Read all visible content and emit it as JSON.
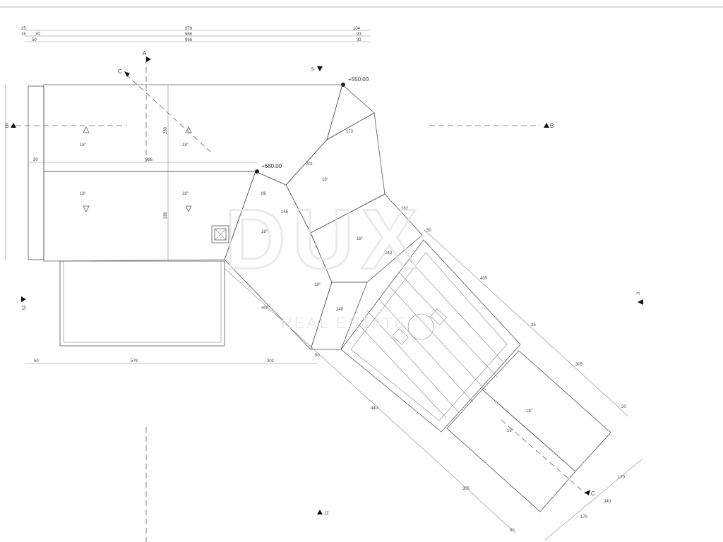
{
  "drawing": {
    "top_dims": {
      "row1": [
        "25",
        "979",
        "104"
      ],
      "row2": [
        "15",
        "30",
        "966",
        "93"
      ],
      "row3": [
        "50",
        "966",
        "93"
      ]
    },
    "sections": {
      "a": "A",
      "b_left": "B",
      "b_right": "B",
      "c_top": "C",
      "c_bottom": "C"
    },
    "orientation": {
      "si": "SI",
      "sz": "SZ",
      "jz": "JZ",
      "ji": "JI"
    },
    "elevations": {
      "ridge_high": "+550.00",
      "ridge_low": "+680.00"
    },
    "main_dims": {
      "h_top": "280",
      "h_bottom": "280",
      "w_ridge": "886",
      "w_overhang": "30",
      "bottom_50": "50",
      "bottom_578": "578",
      "bottom_302": "302"
    },
    "wing_dims": {
      "d173": "173",
      "d201": "201",
      "d89": "89",
      "d155": "155",
      "d162": "162",
      "d50a": "50",
      "d240a": "240",
      "d240b": "240",
      "d405": "405",
      "d400": "400",
      "d50b": "50",
      "d440": "440",
      "d305a": "305",
      "d50c": "50",
      "d35": "35",
      "d305b": "305",
      "d50d": "50",
      "d170a": "170",
      "d340": "340",
      "d170b": "170"
    },
    "slope_label": "18°",
    "watermark": {
      "brand": "DUX",
      "tagline": "REAL ESTATE"
    }
  }
}
